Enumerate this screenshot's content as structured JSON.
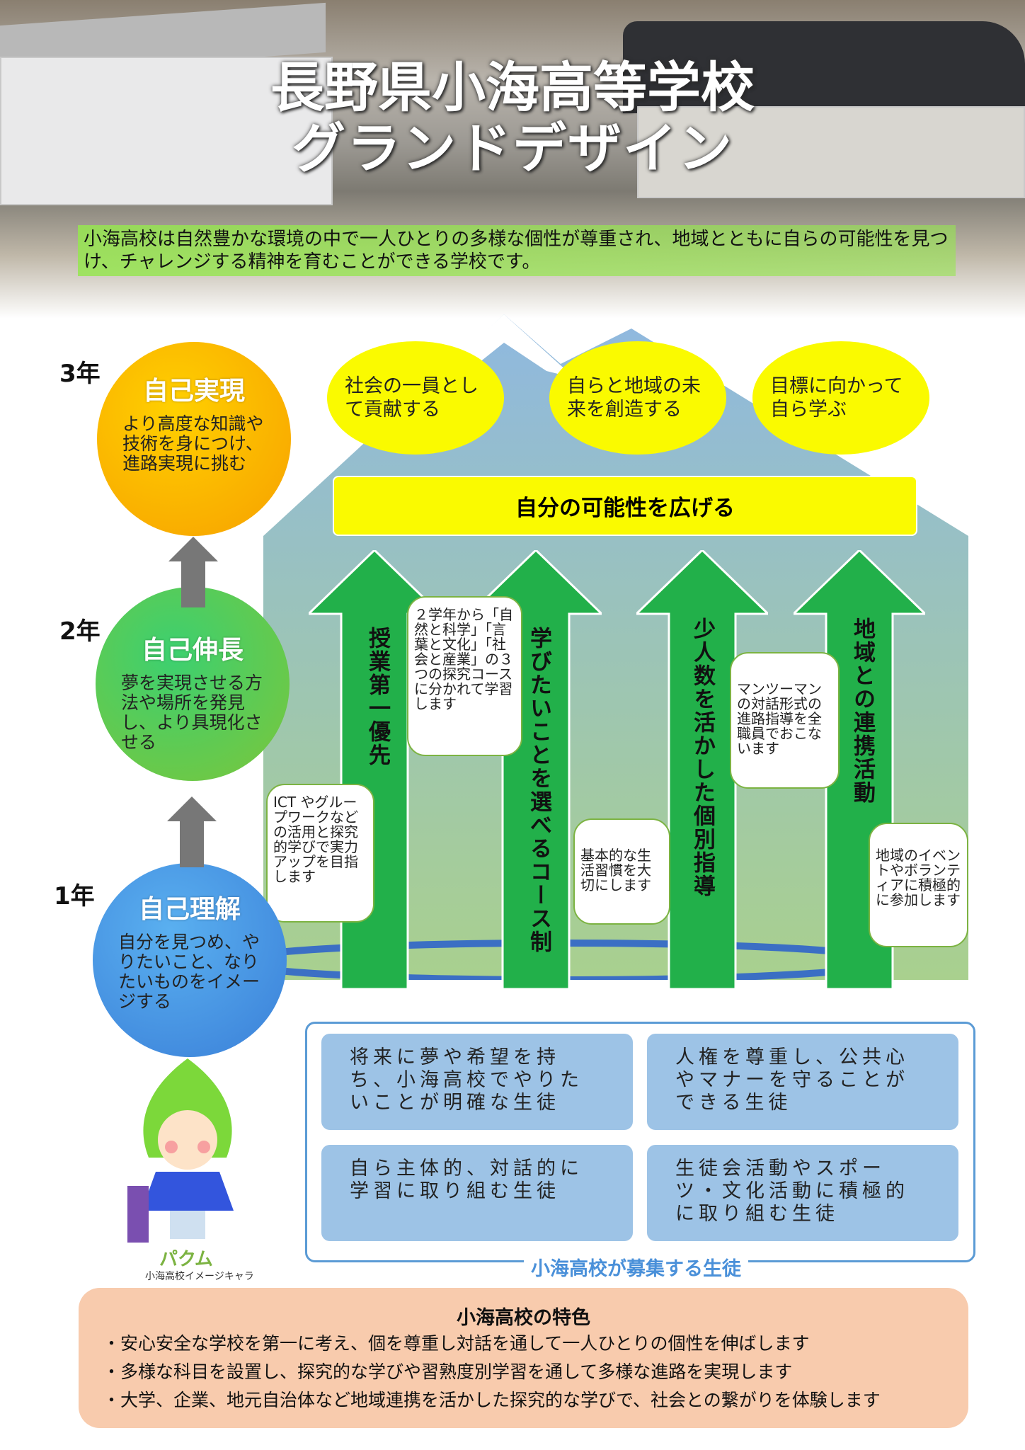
{
  "header": {
    "title_line1": "長野県小海高等学校",
    "title_line2": "グランドデザイン",
    "intro": "小海高校は自然豊かな環境の中で一人ひとりの多様な個性が尊重され、地域とともに自らの可能性を見つけ、チャレンジする精神を育むことができる学校です。"
  },
  "goals": [
    "社会の一員として貢献する",
    "自らと地域の未来を創造する",
    "目標に向かって自ら学ぶ"
  ],
  "banner": "自分の可能性を広げる",
  "pillars": [
    {
      "label": "授業第一優先",
      "note": "ICT やグループワークなどの活用と探究的学びで実力アップを目指します"
    },
    {
      "label": "学びたいことを選べるコース制",
      "note": "２学年から「自然と科学」「言葉と文化」「社会と産業」の３つの探究コースに分かれて学習します"
    },
    {
      "label": "少人数を活かした個別指導",
      "note": "マンツーマンの対話形式の進路指導を全職員でおこないます",
      "note2": "基本的な生活習慣を大切にします"
    },
    {
      "label": "地域との連携活動",
      "note": "地域のイベントやボランティアに積極的に参加します"
    }
  ],
  "stages": [
    {
      "year": "3年",
      "title": "自己実現",
      "text": "より高度な知識や技術を身につけ、進路実現に挑む"
    },
    {
      "year": "2年",
      "title": "自己伸長",
      "text": "夢を実現させる方法や場所を発見し、より具現化させる"
    },
    {
      "year": "1年",
      "title": "自己理解",
      "text": "自分を見つめ、やりたいこと、なりたいものをイメージする"
    }
  ],
  "mascot": {
    "name": "パクム",
    "caption": "小海高校イメージキャラ"
  },
  "students": {
    "caption": "小海高校が募集する生徒",
    "items": [
      "将来に夢や希望を持ち、小海高校でやりたいことが明確な生徒",
      "人権を尊重し、公共心やマナーを守ることができる生徒",
      "自ら主体的、対話的に学習に取り組む生徒",
      "生徒会活動やスポーツ・文化活動に積極的に取り組む生徒"
    ]
  },
  "features": {
    "title": "小海高校の特色",
    "items": [
      "・安心安全な学校を第一に考え、個を尊重し対話を通して一人ひとりの個性を伸ばします",
      "・多様な科目を設置し、探究的な学びや習熟度別学習を通して多様な進路を実現します",
      "・大学、企業、地元自治体など地域連携を活かした探究的な学びで、社会との繋がりを体験します"
    ]
  }
}
